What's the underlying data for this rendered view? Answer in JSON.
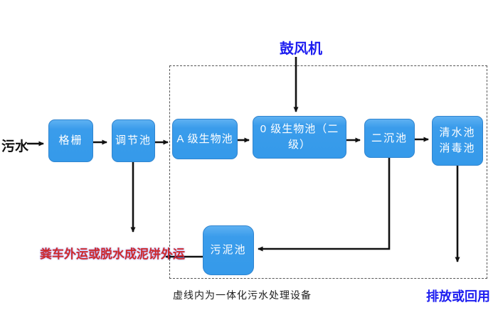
{
  "diagram": {
    "influent_label": "污水",
    "blower_label": "鼓风机",
    "sludge_out_label": "粪车外运或脱水成泥饼外运",
    "effluent_label": "排放或回用",
    "caption_label": "虚线内为一体化污水处理设备",
    "boxes": {
      "grid": "格栅",
      "regulating": "调节池",
      "a_bio": "A 级生物池",
      "o_bio": "0 级生物池（二级）",
      "secondary_sed": "二沉池",
      "clear_line1": "清水池",
      "clear_line2": "消毒池",
      "sludge": "污泥池"
    },
    "colors": {
      "box_fill": "#3a9ceb",
      "box_border": "#2f84cf",
      "box_text": "#ffffff",
      "blue_text": "#1d1df0",
      "red_text": "#cf2a2a",
      "arrow": "#111111",
      "dashed_border": "#555555",
      "background": "#ffffff"
    }
  }
}
